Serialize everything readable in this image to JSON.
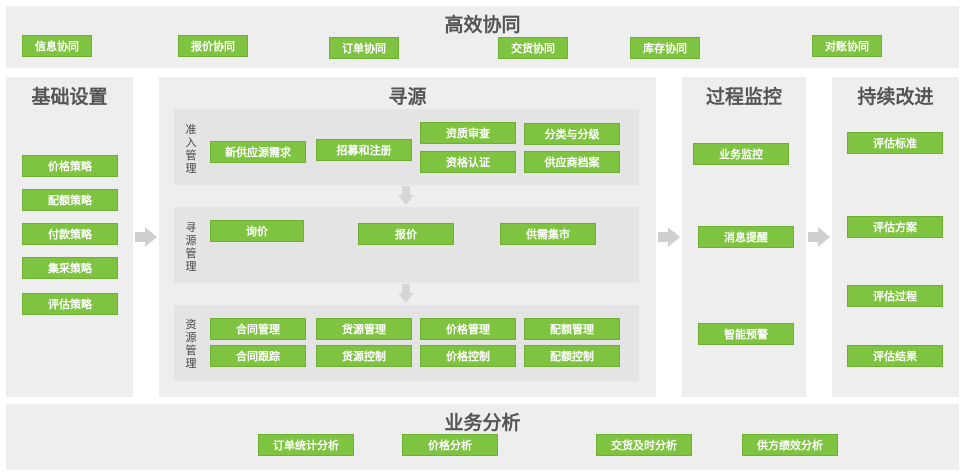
{
  "top": {
    "title": "高效协同",
    "items": [
      "信息协同",
      "报价协同",
      "订单协同",
      "交货协同",
      "库存协同",
      "对账协同"
    ]
  },
  "basic": {
    "title": "基础设置",
    "items": [
      "价格策略",
      "配额策略",
      "付款策略",
      "集采策略",
      "评估策略"
    ]
  },
  "sourcing": {
    "title": "寻源",
    "admission": {
      "label": "准入管理",
      "items": [
        "新供应源需求",
        "招募和注册",
        "资质审查",
        "分类与分级",
        "资格认证",
        "供应商档案"
      ]
    },
    "search": {
      "label": "寻源管理",
      "items": [
        "询价",
        "报价",
        "供需集市"
      ]
    },
    "resource": {
      "label": "资源管理",
      "items": [
        "合同管理",
        "货源管理",
        "价格管理",
        "配额管理",
        "合同跟踪",
        "货源控制",
        "价格控制",
        "配额控制"
      ]
    }
  },
  "monitor": {
    "title": "过程监控",
    "items": [
      "业务监控",
      "消息提醒",
      "智能预警"
    ]
  },
  "improve": {
    "title": "持续改进",
    "items": [
      "评估标准",
      "评估方案",
      "评估过程",
      "评估结果"
    ]
  },
  "analysis": {
    "title": "业务分析",
    "items": [
      "订单统计分析",
      "价格分析",
      "交货及时分析",
      "供方绩效分析"
    ]
  }
}
